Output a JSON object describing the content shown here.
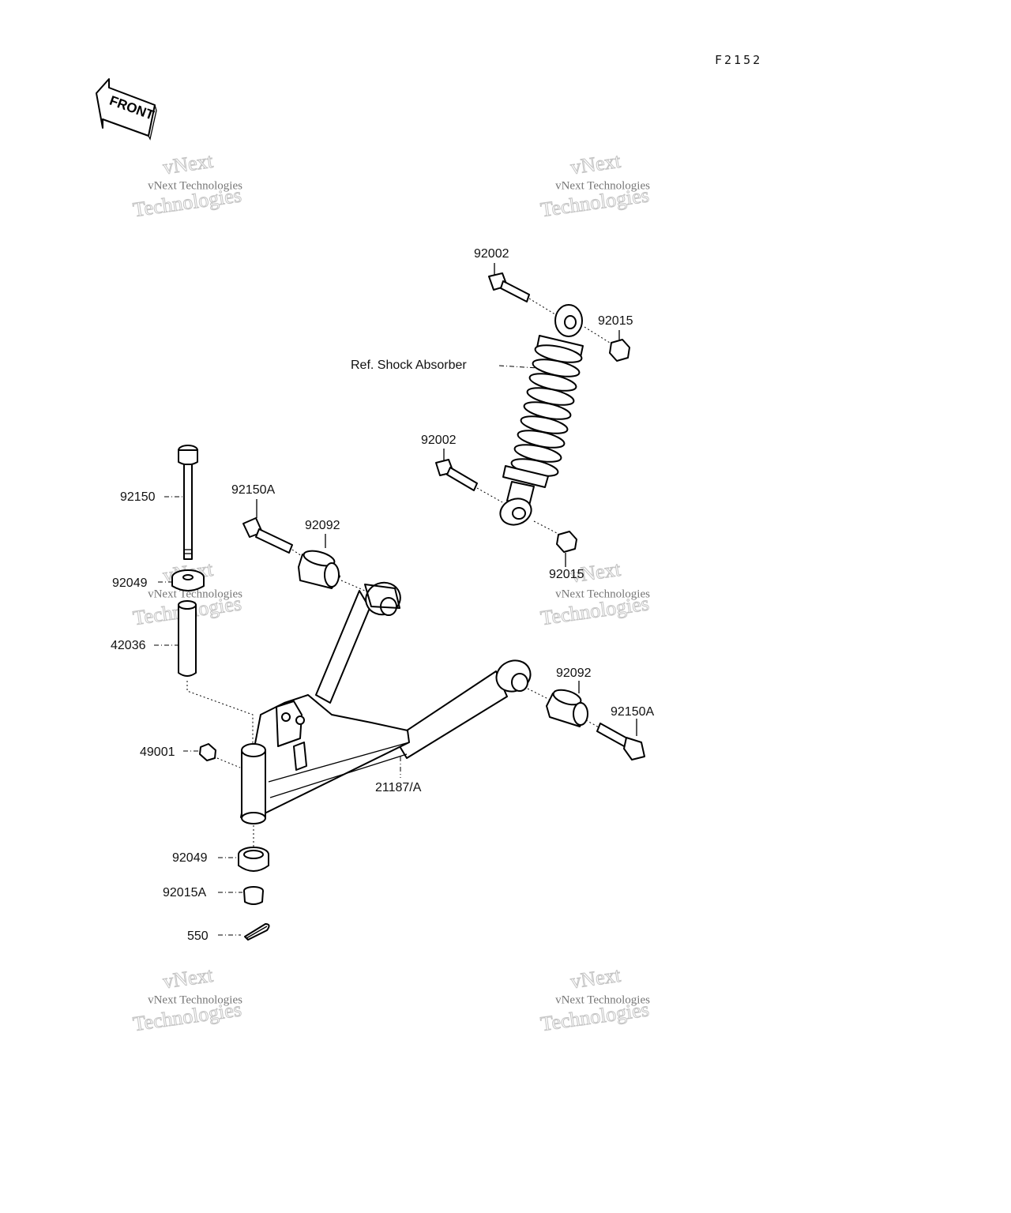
{
  "diagram": {
    "code": "F2152",
    "front_label": "FRONT"
  },
  "watermark": {
    "line1": "vNext",
    "line2": "vNext Technologies",
    "line3": "Technologies"
  },
  "parts": [
    {
      "id": "p1",
      "label": "92002"
    },
    {
      "id": "p2",
      "label": "92015"
    },
    {
      "id": "p3",
      "label": "Ref. Shock Absorber"
    },
    {
      "id": "p4",
      "label": "92002"
    },
    {
      "id": "p5",
      "label": "92150"
    },
    {
      "id": "p6",
      "label": "92150A"
    },
    {
      "id": "p7",
      "label": "92092"
    },
    {
      "id": "p8",
      "label": "92015"
    },
    {
      "id": "p9",
      "label": "92049"
    },
    {
      "id": "p10",
      "label": "42036"
    },
    {
      "id": "p11",
      "label": "92092"
    },
    {
      "id": "p12",
      "label": "92150A"
    },
    {
      "id": "p13",
      "label": "49001"
    },
    {
      "id": "p14",
      "label": "21187/A"
    },
    {
      "id": "p15",
      "label": "92049"
    },
    {
      "id": "p16",
      "label": "92015A"
    },
    {
      "id": "p17",
      "label": "550"
    }
  ]
}
